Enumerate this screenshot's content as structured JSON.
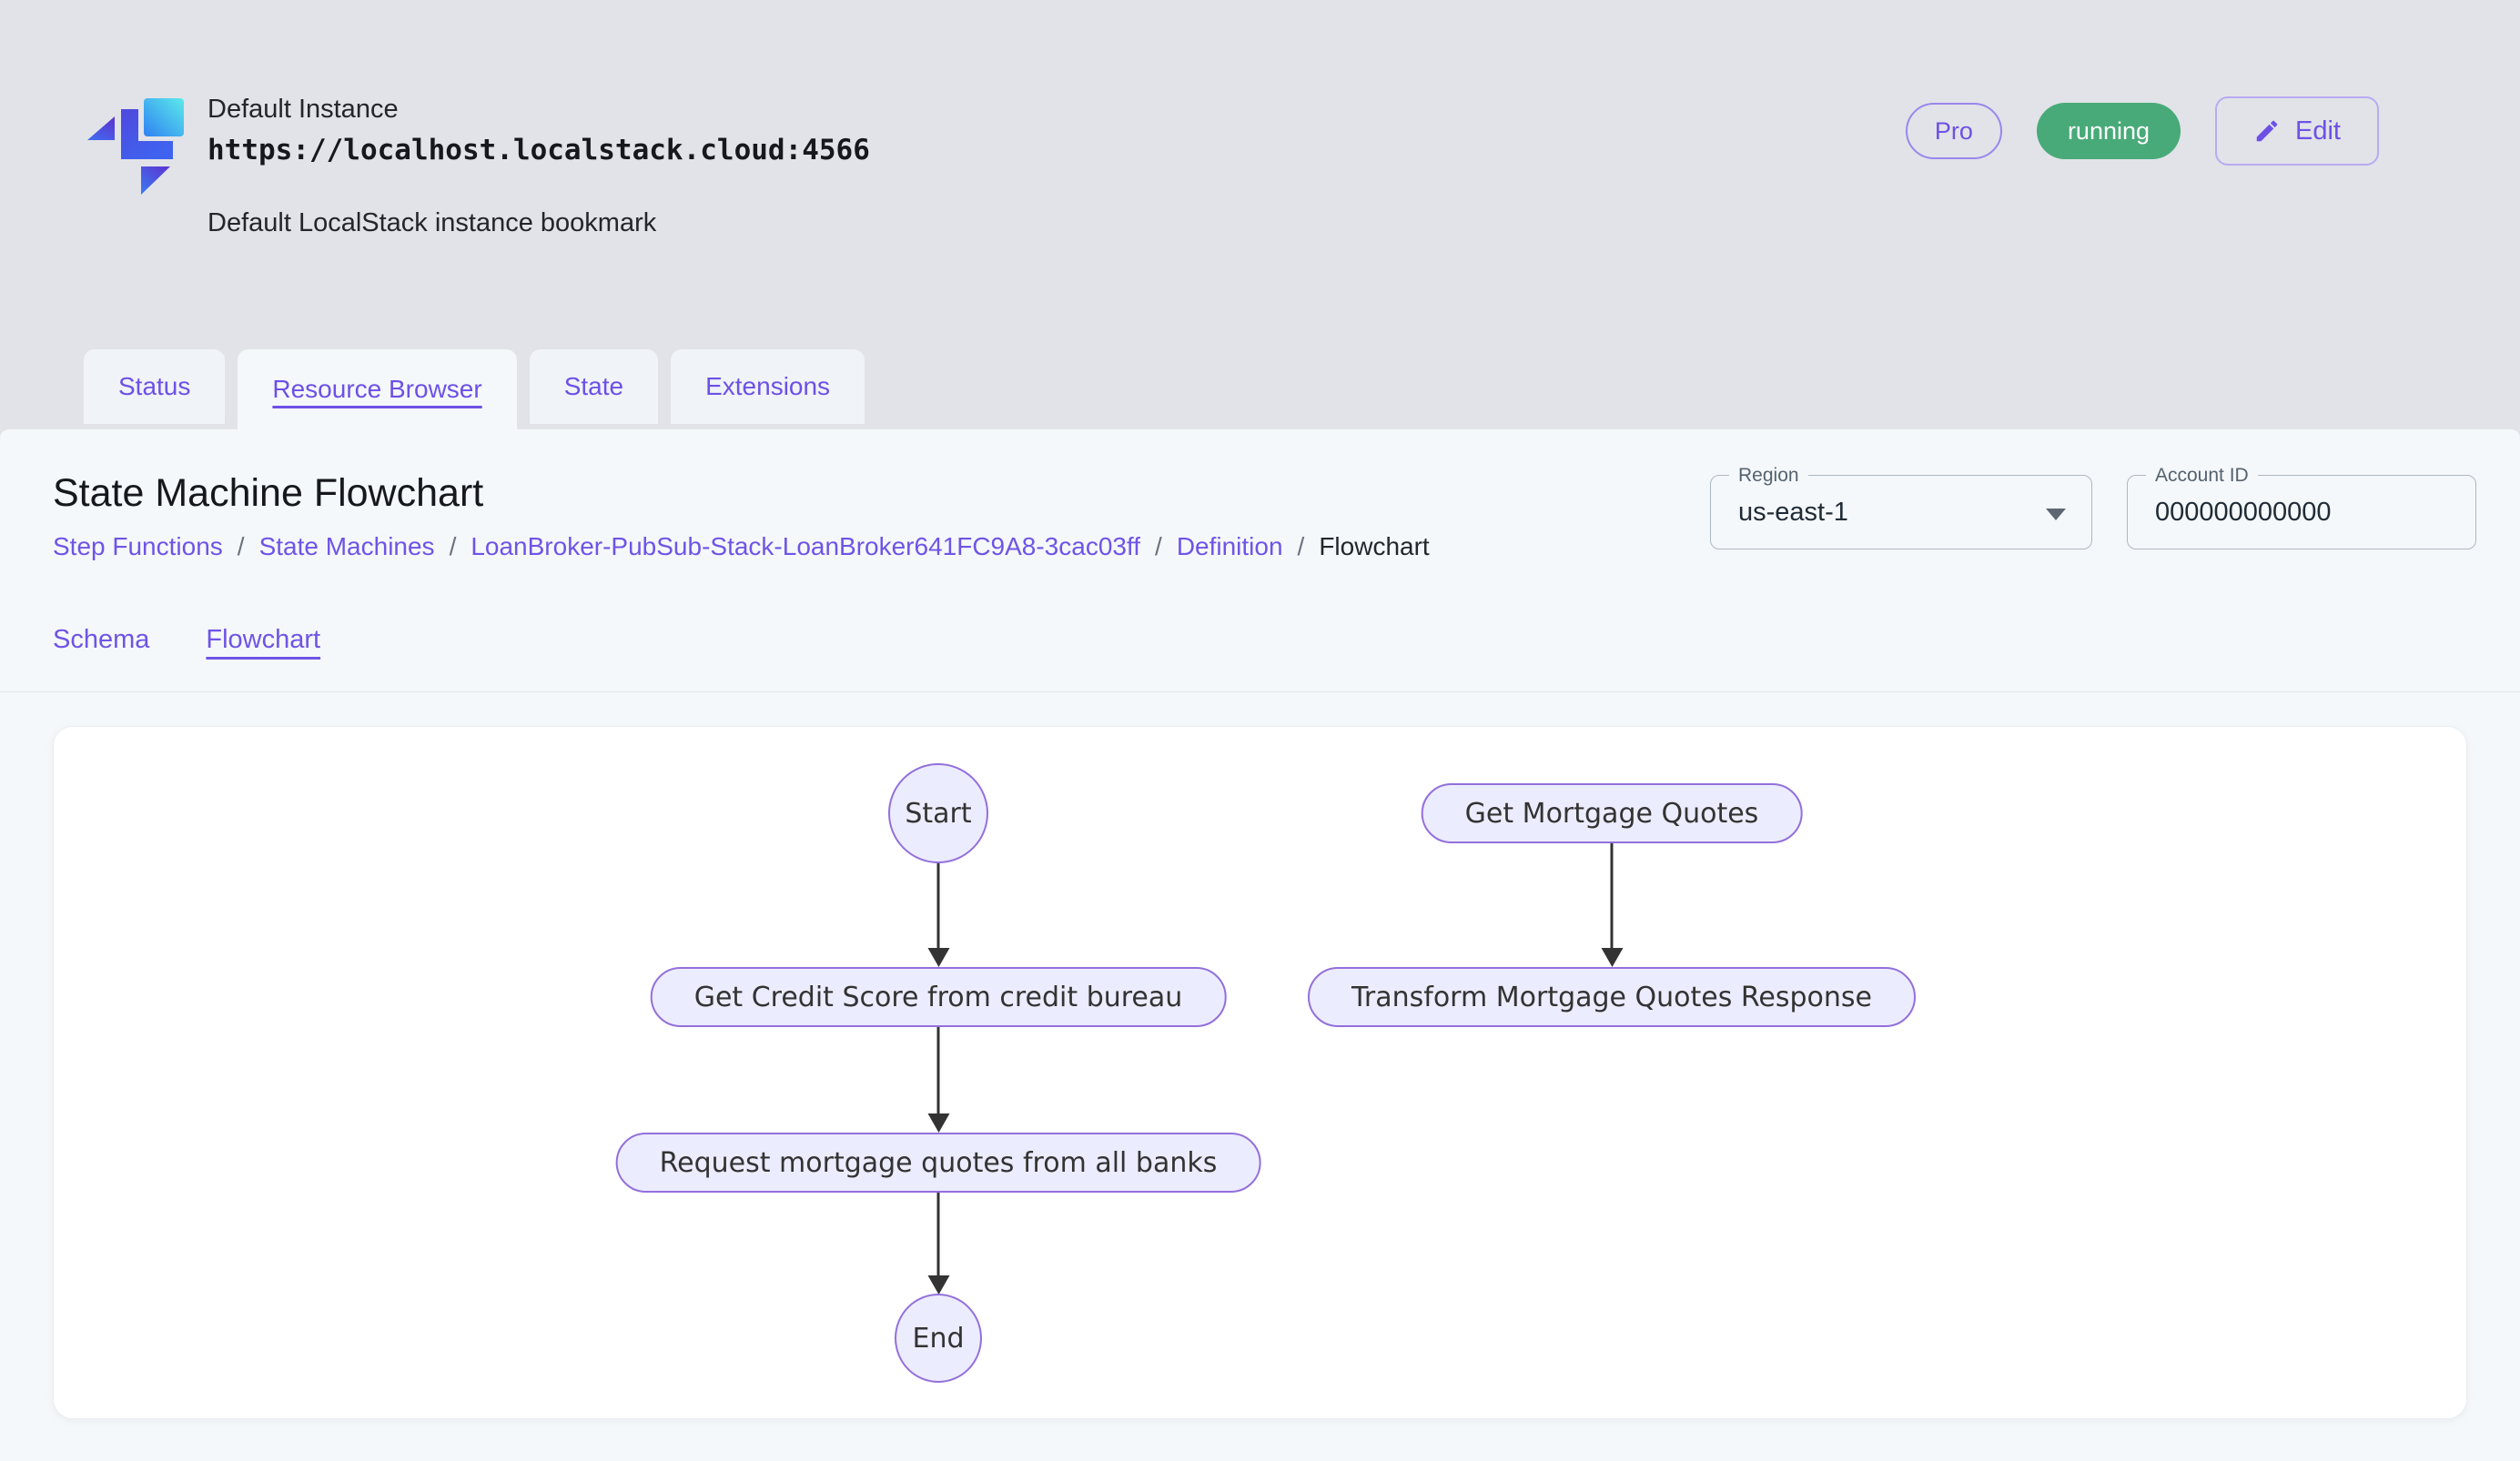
{
  "header": {
    "instance_name": "Default Instance",
    "instance_url": "https://localhost.localstack.cloud:4566",
    "instance_description": "Default LocalStack instance bookmark",
    "badges": {
      "plan": "Pro",
      "status": "running",
      "edit_label": "Edit",
      "edit_icon": "pencil-icon"
    },
    "logo_icon": "localstack-logo"
  },
  "tabs": [
    {
      "label": "Status",
      "active": false
    },
    {
      "label": "Resource Browser",
      "active": true
    },
    {
      "label": "State",
      "active": false
    },
    {
      "label": "Extensions",
      "active": false
    }
  ],
  "page": {
    "title": "State Machine Flowchart",
    "breadcrumb": [
      {
        "label": "Step Functions"
      },
      {
        "label": "State Machines"
      },
      {
        "label": "LoanBroker-PubSub-Stack-LoanBroker641FC9A8-3cac03ff"
      },
      {
        "label": "Definition"
      },
      {
        "label": "Flowchart"
      }
    ],
    "breadcrumb_separator": "/",
    "region": {
      "label": "Region",
      "value": "us-east-1",
      "caret_icon": "chevron-down-icon"
    },
    "account": {
      "label": "Account ID",
      "value": "000000000000"
    }
  },
  "subtabs": [
    {
      "label": "Schema",
      "active": false
    },
    {
      "label": "Flowchart",
      "active": true
    }
  ],
  "flowchart": {
    "nodes": [
      {
        "id": "start",
        "label": "Start",
        "shape": "ellipse"
      },
      {
        "id": "get-credit-score",
        "label": "Get Credit Score from credit bureau",
        "shape": "stadium"
      },
      {
        "id": "request-quotes",
        "label": "Request mortgage quotes from all banks",
        "shape": "stadium"
      },
      {
        "id": "end",
        "label": "End",
        "shape": "ellipse"
      },
      {
        "id": "get-mortgage-quotes",
        "label": "Get Mortgage Quotes",
        "shape": "stadium"
      },
      {
        "id": "transform-response",
        "label": "Transform Mortgage Quotes Response",
        "shape": "stadium"
      }
    ],
    "edges": [
      {
        "from": "start",
        "to": "get-credit-score"
      },
      {
        "from": "get-credit-score",
        "to": "request-quotes"
      },
      {
        "from": "request-quotes",
        "to": "end"
      },
      {
        "from": "get-mortgage-quotes",
        "to": "transform-response"
      }
    ]
  },
  "colors": {
    "accent_purple": "#6d50e6",
    "running_green": "#48aa78",
    "node_fill": "#ececff",
    "node_border": "#9370db",
    "arrow": "#333333",
    "header_bg": "#e1e3e8",
    "panel_bg": "#f5f8fa"
  }
}
